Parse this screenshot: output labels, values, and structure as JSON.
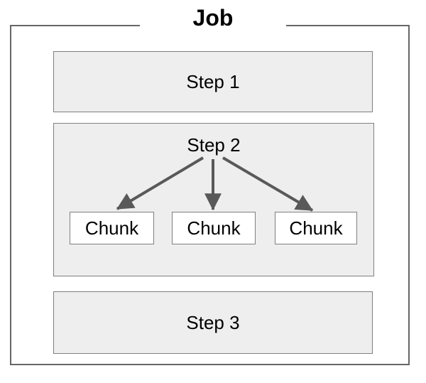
{
  "diagram": {
    "title": "Job",
    "steps": [
      {
        "label": "Step 1"
      },
      {
        "label": "Step 2",
        "chunks": [
          "Chunk",
          "Chunk",
          "Chunk"
        ]
      },
      {
        "label": "Step 3"
      }
    ]
  },
  "colors": {
    "outer_border": "#666666",
    "step_fill": "#eeeeee",
    "step_border": "#7f7f7f",
    "chunk_fill": "#ffffff",
    "chunk_border": "#7f7f7f",
    "arrow": "#595959",
    "text": "#000000",
    "background": "#ffffff"
  }
}
